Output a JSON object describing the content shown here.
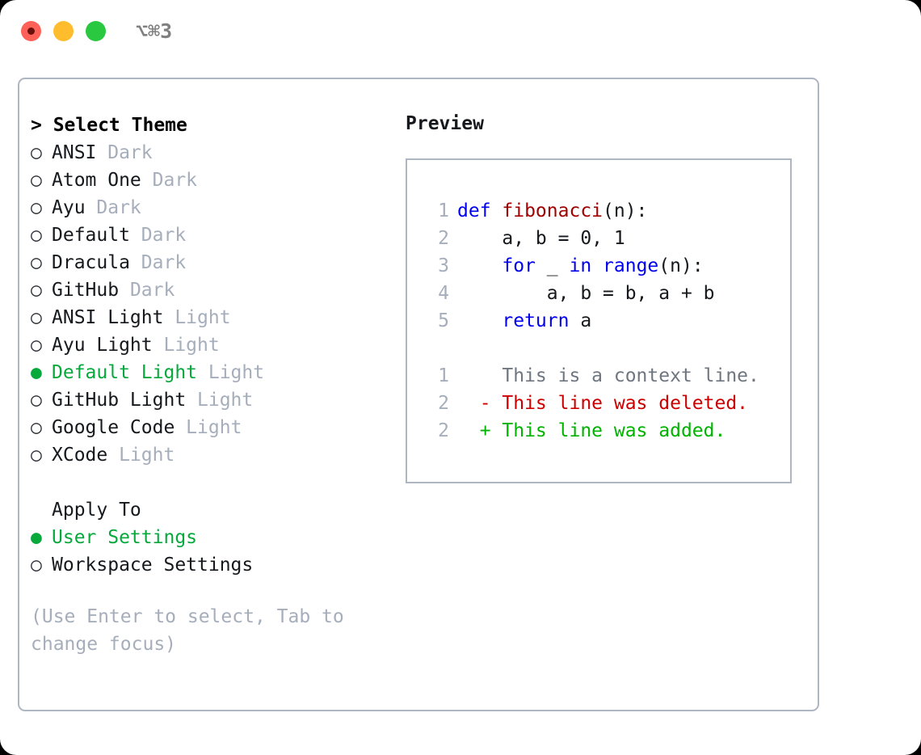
{
  "titlebar": {
    "shortcut": "⌥⌘3",
    "buttons": [
      {
        "name": "close",
        "color": "#ff6159"
      },
      {
        "name": "minimize",
        "color": "#ffbd2e"
      },
      {
        "name": "maximize",
        "color": "#2ac840"
      }
    ]
  },
  "theme_picker": {
    "header": "> Select Theme",
    "selected_marker": "●",
    "unselected_marker": "○",
    "accent_color": "#07a83c",
    "muted_color": "#a6aebb",
    "items": [
      {
        "name": "ANSI",
        "kind": "Dark",
        "selected": false
      },
      {
        "name": "Atom One",
        "kind": "Dark",
        "selected": false
      },
      {
        "name": "Ayu",
        "kind": "Dark",
        "selected": false
      },
      {
        "name": "Default",
        "kind": "Dark",
        "selected": false
      },
      {
        "name": "Dracula",
        "kind": "Dark",
        "selected": false
      },
      {
        "name": "GitHub",
        "kind": "Dark",
        "selected": false
      },
      {
        "name": "ANSI Light",
        "kind": "Light",
        "selected": false
      },
      {
        "name": "Ayu Light",
        "kind": "Light",
        "selected": false
      },
      {
        "name": "Default Light",
        "kind": "Light",
        "selected": true
      },
      {
        "name": "GitHub Light",
        "kind": "Light",
        "selected": false
      },
      {
        "name": "Google Code",
        "kind": "Light",
        "selected": false
      },
      {
        "name": "XCode",
        "kind": "Light",
        "selected": false
      }
    ]
  },
  "apply_to": {
    "header": "Apply To",
    "options": [
      {
        "name": "User Settings",
        "selected": true
      },
      {
        "name": "Workspace Settings",
        "selected": false
      }
    ]
  },
  "hint": "(Use Enter to select, Tab to change focus)",
  "preview": {
    "title": "Preview",
    "code_lines": [
      {
        "num": "1",
        "tokens": [
          {
            "t": "def ",
            "c": "kw"
          },
          {
            "t": "fibonacci",
            "c": "fn"
          },
          {
            "t": "(n):",
            "c": "txt"
          }
        ]
      },
      {
        "num": "2",
        "tokens": [
          {
            "t": "    a, b = 0, 1",
            "c": "txt"
          }
        ]
      },
      {
        "num": "3",
        "tokens": [
          {
            "t": "    ",
            "c": "txt"
          },
          {
            "t": "for",
            "c": "kw"
          },
          {
            "t": " _ ",
            "c": "txt"
          },
          {
            "t": "in",
            "c": "kw"
          },
          {
            "t": " ",
            "c": "txt"
          },
          {
            "t": "range",
            "c": "kw"
          },
          {
            "t": "(n):",
            "c": "txt"
          }
        ]
      },
      {
        "num": "4",
        "tokens": [
          {
            "t": "        a, b = b, a + b",
            "c": "txt"
          }
        ]
      },
      {
        "num": "5",
        "tokens": [
          {
            "t": "    ",
            "c": "txt"
          },
          {
            "t": "return",
            "c": "kw"
          },
          {
            "t": " a",
            "c": "txt"
          }
        ]
      }
    ],
    "diff_lines": [
      {
        "num": "1",
        "marker": " ",
        "text": " This is a context line.",
        "kind": "ctx"
      },
      {
        "num": "2",
        "marker": "-",
        "text": " This line was deleted.",
        "kind": "del"
      },
      {
        "num": "2",
        "marker": "+",
        "text": " This line was added.",
        "kind": "add"
      }
    ]
  }
}
